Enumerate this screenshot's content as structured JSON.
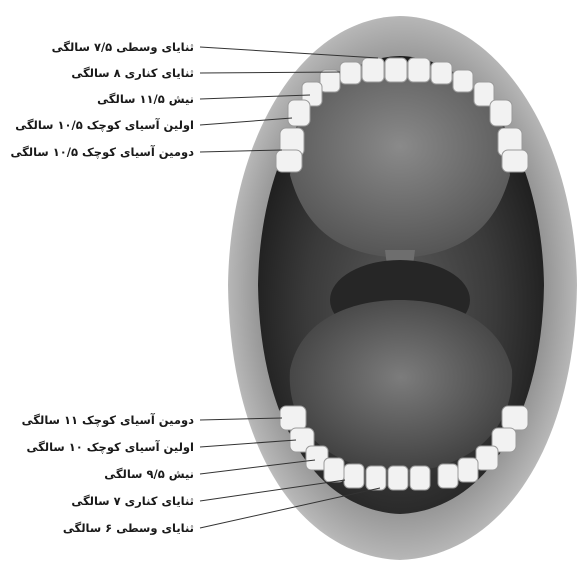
{
  "upper_labels": [
    "ثنایای وسطی ۷/۵ سالگی",
    "ثنایای کناری ۸ سالگی",
    "نیش ۱۱/۵ سالگی",
    "اولین آسیای کوچک ۱۰/۵ سالگی",
    "دومین آسیای کوچک ۱۰/۵ سالگی"
  ],
  "lower_labels": [
    "دومین آسیای کوچک ۱۱ سالگی",
    "اولین آسیای کوچک ۱۰ سالگی",
    "نیش ۹/۵ سالگی",
    "ثنایای کناری ۷ سالگی",
    "ثنایای وسطی ۶ سالگی"
  ]
}
